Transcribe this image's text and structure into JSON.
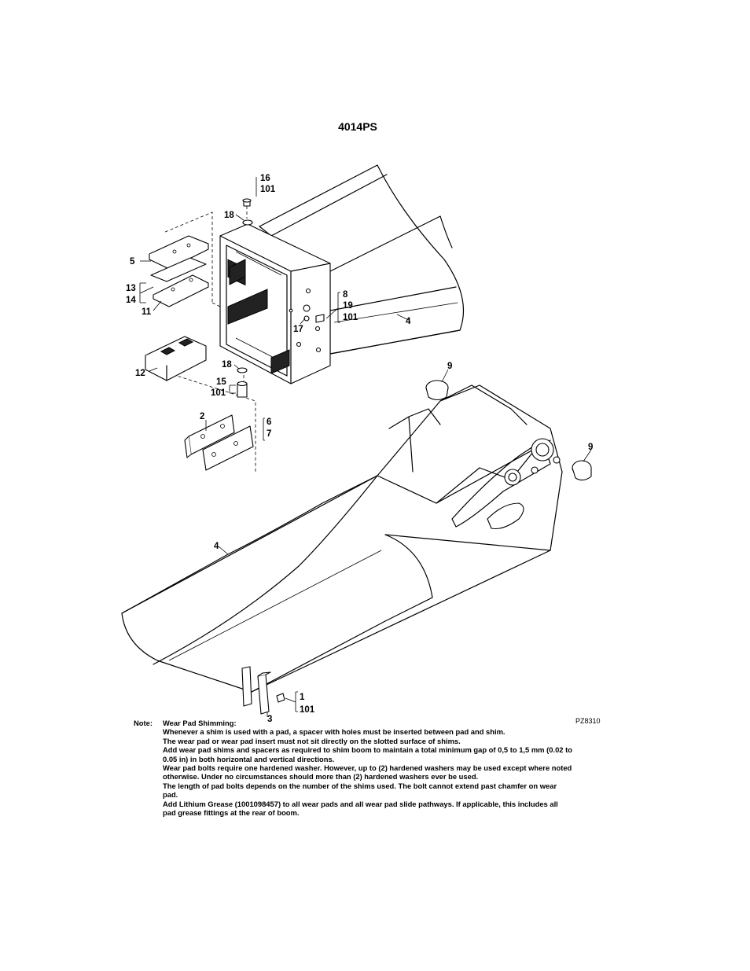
{
  "diagram": {
    "title": "4014PS",
    "figure_ref": "PZ8310",
    "callouts": {
      "c16": "16",
      "c101a": "101",
      "c18a": "18",
      "c5": "5",
      "c13": "13",
      "c14": "14",
      "c11": "11",
      "c8": "8",
      "c19": "19",
      "c101b": "101",
      "c4a": "4",
      "c17": "17",
      "c12": "12",
      "c18b": "18",
      "c15": "15",
      "c101c": "101",
      "c9a": "9",
      "c9b": "9",
      "c2": "2",
      "c6": "6",
      "c7": "7",
      "c4b": "4",
      "c1": "1",
      "c101d": "101",
      "c3": "3"
    }
  },
  "note": {
    "label": "Note:",
    "heading": "Wear Pad Shimming:",
    "lines": [
      "Whenever a shim is used with a pad, a spacer with holes must be inserted between pad and shim.",
      "The wear pad or wear pad insert must not sit directly on the slotted surface of shims.",
      "Add wear pad shims and spacers as required to shim boom to maintain a total minimum gap of 0,5 to 1,5 mm (0.02 to",
      "0.05 in) in both horizontal and vertical directions.",
      "Wear pad bolts require one hardened washer. However, up to (2) hardened washers may be used except where noted",
      "otherwise. Under no circumstances should more than (2) hardened washers ever be used.",
      "The length of pad bolts depends on the number of the shims used. The bolt cannot extend past chamfer on wear",
      "pad.",
      "Add Lithium Grease (1001098457) to all wear pads and all wear pad slide pathways. If applicable, this includes all",
      "pad grease fittings at the rear of boom."
    ]
  }
}
